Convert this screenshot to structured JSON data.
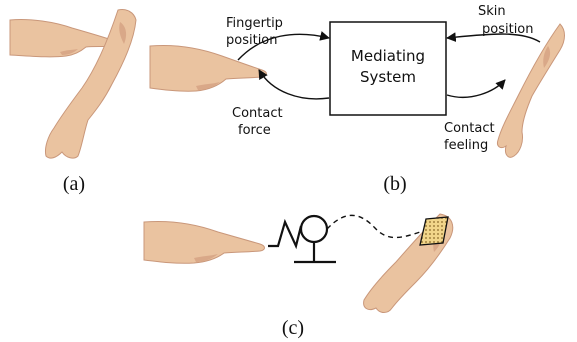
{
  "panel_a": {
    "caption": "(a)"
  },
  "panel_b": {
    "caption": "(b)",
    "box_label_line1": "Mediating",
    "box_label_line2": "System",
    "fingertip_line1": "Fingertip",
    "fingertip_line2": "position",
    "skin_line1": "Skin",
    "skin_line2": "position",
    "force_line1": "Contact",
    "force_line2": "force",
    "feeling_line1": "Contact",
    "feeling_line2": "feeling"
  },
  "panel_c": {
    "caption": "(c)"
  },
  "colors": {
    "skin": "#eac3a0",
    "skin_outline": "#c9977a",
    "ink": "#111111",
    "pad_dots": "#8a6a2a"
  }
}
